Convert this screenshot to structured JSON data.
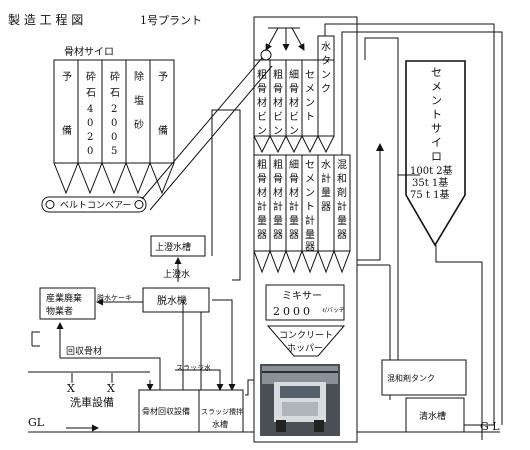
{
  "title": {
    "main": "製 造 工 程 図",
    "plant": "1号プラント"
  },
  "aggregate_silo": {
    "label": "骨材サイロ",
    "bins": [
      "予備",
      "砕石4020",
      "砕石2005",
      "除塩砂",
      "予備"
    ]
  },
  "belt_conveyor": "ベルトコンベアー",
  "storage_bins": [
    "粗骨材ビン",
    "粗骨材ビン",
    "細骨材ビン",
    "セメント"
  ],
  "water_tank": "水タンク",
  "scales": [
    "粗骨材計量器",
    "粗骨材計量器",
    "細骨材計量器",
    "セメント計量器",
    "水計量器",
    "混和剤計量器"
  ],
  "cement_silo": {
    "label": "セメントサイロ",
    "capacities": [
      "100t 2基",
      "35t 1基",
      "75 t 1基"
    ]
  },
  "mixer": {
    "label": "ミキサー",
    "capacity": "2000",
    "unit": "ℓ/バッチ"
  },
  "hopper": {
    "label1": "コンクリート",
    "label2": "ホッパー"
  },
  "supernatant_tank": "上澄水槽",
  "supernatant_water": "上澄水",
  "dewatering_machine": "脱水機",
  "dewatered_cake": "脱水ケーキ",
  "industrial_waste": {
    "line1": "産業廃棄",
    "line2": "物業者"
  },
  "recovered_aggregate": "回収骨材",
  "sludge_water": "スラッジ水",
  "car_wash": {
    "marks": [
      "X",
      "X"
    ],
    "label": "洗車設備"
  },
  "aggregate_recovery": "骨材回収設備",
  "sludge_tank": {
    "line1": "スラッジ攪拌",
    "line2": "水槽"
  },
  "admixture_tank": "混和剤タンク",
  "clean_water_tank": "清水槽",
  "ground_level_left": "GL",
  "ground_level_right": "G L",
  "colors": {
    "line": "#111111",
    "background": "#ffffff",
    "truck_photo": "#4a4f55"
  },
  "icons": [
    "truck-photo",
    "flow-arrow"
  ]
}
